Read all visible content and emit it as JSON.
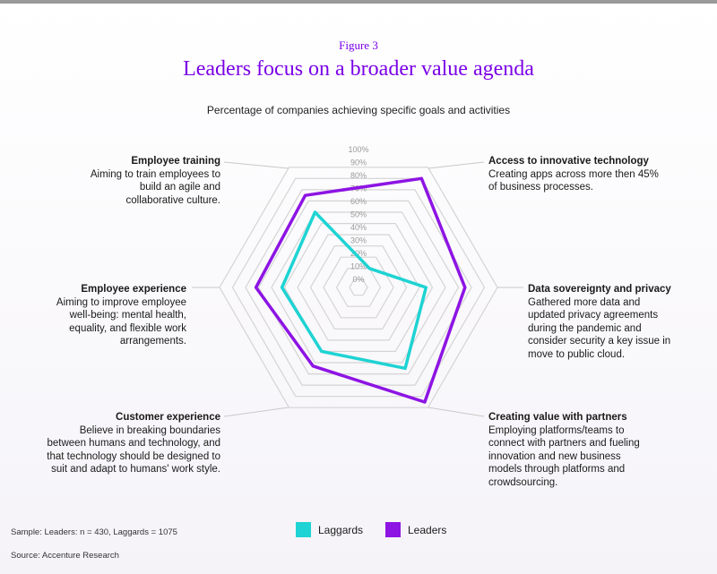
{
  "figure_label": "Figure 3",
  "title": "Leaders focus on a broader value agenda",
  "subtitle": "Percentage of companies achieving specific goals and activities",
  "goals": [
    {
      "heading": "Access to innovative technology",
      "text": "Creating apps across more then 45% of business processes."
    },
    {
      "heading": "Data sovereignty and privacy",
      "text": "Gathered more data and updated privacy agreements during the pandemic and consider security a key issue in move to public cloud."
    },
    {
      "heading": "Creating value with partners",
      "text": "Employing platforms/teams to connect with partners and fueling innovation and new business models through platforms and crowdsourcing."
    },
    {
      "heading": "Customer experience",
      "text": "Believe in breaking boundaries between humans and technology, and that technology should be designed to suit and adapt to humans' work style."
    },
    {
      "heading": "Employee experience",
      "text": "Aiming to improve employee well-being: mental health, equality, and flexible work arrangements."
    },
    {
      "heading": "Employee training",
      "text": "Aiming to train employees to build an agile and collaborative culture."
    }
  ],
  "legend": {
    "laggards": "Laggards",
    "leaders": "Leaders"
  },
  "sample_note": "Sample: Leaders: n = 430, Laggards = 1075",
  "source_note": "Source: Accenture Research",
  "chart_data": {
    "type": "radar",
    "categories": [
      "Access to innovative technology",
      "Data sovereignty and privacy",
      "Creating value with partners",
      "Customer experience",
      "Employee experience",
      "Employee training"
    ],
    "tick_labels": [
      "0%",
      "10%",
      "20%",
      "30%",
      "40%",
      "50%",
      "60%",
      "70%",
      "80%",
      "90%",
      "100%"
    ],
    "range": [
      0,
      100
    ],
    "grid": true,
    "series": [
      {
        "name": "Laggards",
        "color": "#1ed3d3",
        "values": [
          10,
          45,
          65,
          50,
          52,
          60
        ]
      },
      {
        "name": "Leaders",
        "color": "#8d14e3",
        "values": [
          90,
          75,
          95,
          63,
          72,
          75
        ]
      }
    ]
  }
}
